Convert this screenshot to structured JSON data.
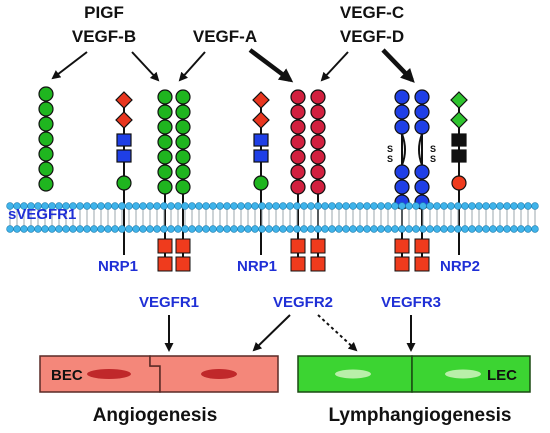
{
  "ligands": {
    "plgf": "PIGF",
    "vegf_b": "VEGF-B",
    "vegf_a": "VEGF-A",
    "vegf_c": "VEGF-C",
    "vegf_d": "VEGF-D"
  },
  "receptors": {
    "svegfr1": "sVEGFR1",
    "nrp1_left": "NRP1",
    "nrp1_mid": "NRP1",
    "nrp2": "NRP2",
    "vegfr1": "VEGFR1",
    "vegfr2": "VEGFR2",
    "vegfr3": "VEGFR3"
  },
  "disulfide": "S",
  "cells": {
    "bec": "BEC",
    "lec": "LEC"
  },
  "outcomes": {
    "angiogenesis": "Angiogenesis",
    "lymphangiogenesis": "Lymphangiogenesis"
  },
  "colors": {
    "label_blue": "#1f2fd6",
    "vegfr1_green": "#1fb51f",
    "vegfr2_crimson": "#d1203f",
    "vegfr3_blue": "#1f3fe6",
    "kinase_red": "#ef3b1d",
    "nrp_red": "#e8361f",
    "membrane_blue": "#3fb3ea",
    "bec_fill": "#f4877a",
    "lec_fill": "#3cd432"
  }
}
